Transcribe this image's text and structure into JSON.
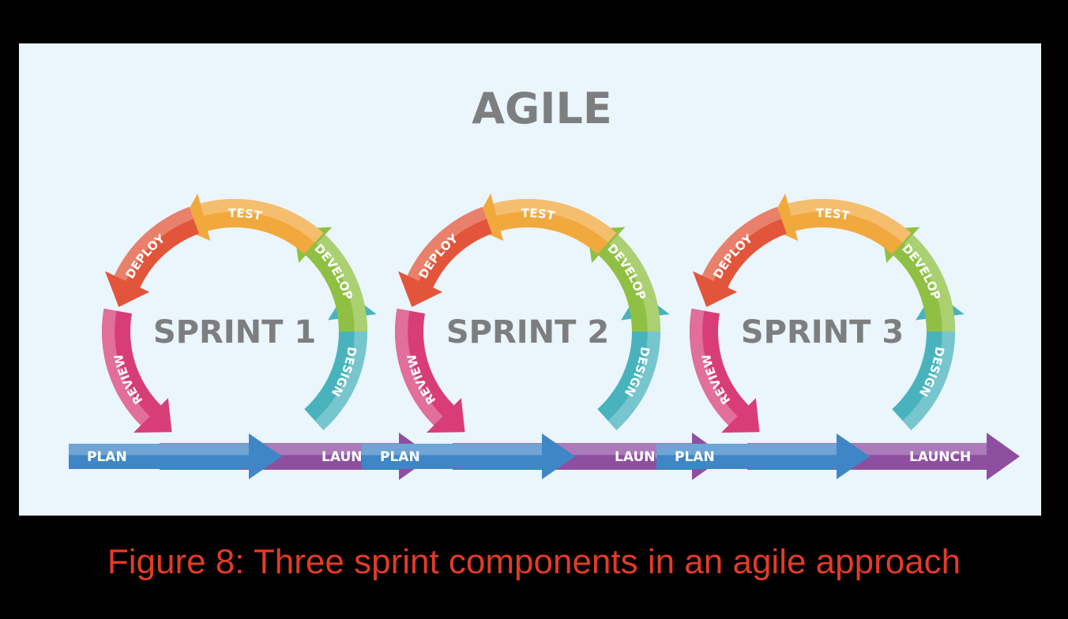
{
  "title": "AGILE",
  "caption": "Figure 8: Three sprint components in an agile approach",
  "colors": {
    "background": "#000000",
    "panel": "#ebf5fc",
    "caption": "#e23b26",
    "title": "#7c7e80",
    "plan": "#3f86c6",
    "launch": "#8e4fa0",
    "design": "#49b3bd",
    "develop": "#8fc043",
    "test": "#f1a83d",
    "deploy": "#e2553a",
    "review": "#d83d77"
  },
  "sprints": [
    {
      "label": "SPRINT 1",
      "plan": "PLAN",
      "launch": "LAUNCH",
      "design": "DESIGN",
      "develop": "DEVELOP",
      "test": "TEST",
      "deploy": "DEPLOY",
      "review": "REVIEW"
    },
    {
      "label": "SPRINT 2",
      "plan": "PLAN",
      "launch": "LAUNCH",
      "design": "DESIGN",
      "develop": "DEVELOP",
      "test": "TEST",
      "deploy": "DEPLOY",
      "review": "REVIEW"
    },
    {
      "label": "SPRINT 3",
      "plan": "PLAN",
      "launch": "LAUNCH",
      "design": "DESIGN",
      "develop": "DEVELOP",
      "test": "TEST",
      "deploy": "DEPLOY",
      "review": "REVIEW"
    }
  ]
}
